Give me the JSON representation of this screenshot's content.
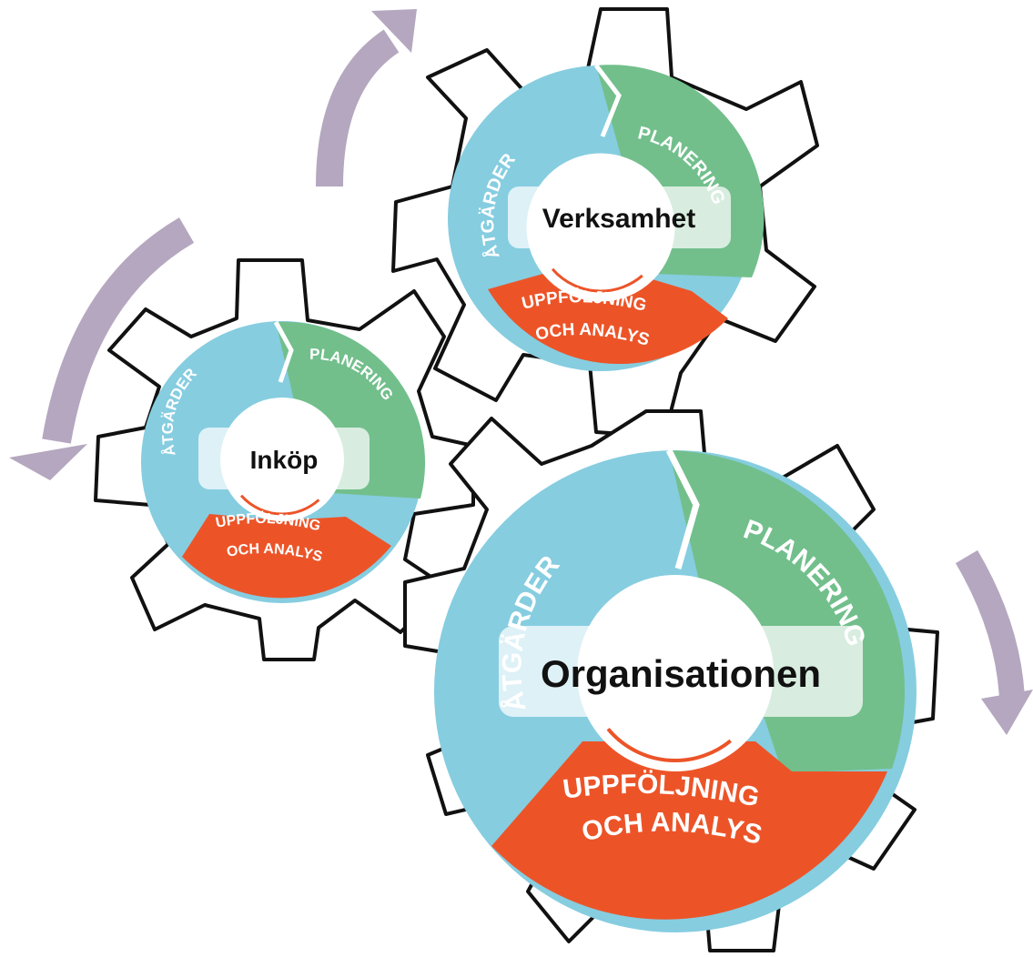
{
  "colors": {
    "atgarder": "#86cde0",
    "planering": "#72bf8c",
    "uppfoljning": "#ec5428",
    "arrow": "#b4a7bf",
    "outline": "#111111"
  },
  "gears": {
    "verksamhet": {
      "title": "Verksamhet",
      "segment_atgarder": "ÅTGÄRDER",
      "segment_planering": "PLANERING",
      "segment_uppfoljning_1": "UPPFÖLJNING",
      "segment_uppfoljning_2": "OCH ANALYS"
    },
    "inkop": {
      "title": "Inköp",
      "segment_atgarder": "ÅTGÄRDER",
      "segment_planering": "PLANERING",
      "segment_uppfoljning_1": "UPPFÖLJNING",
      "segment_uppfoljning_2": "OCH ANALYS"
    },
    "organisationen": {
      "title": "Organisationen",
      "segment_atgarder": "ÅTGÄRDER",
      "segment_planering": "PLANERING",
      "segment_uppfoljning_1": "UPPFÖLJNING",
      "segment_uppfoljning_2": "OCH ANALYS"
    }
  },
  "arrows": [
    {
      "name": "arrow-top-up",
      "icon": "curved-arrow-up-icon"
    },
    {
      "name": "arrow-left-down",
      "icon": "curved-arrow-down-icon"
    },
    {
      "name": "arrow-right-down",
      "icon": "curved-arrow-down-icon"
    }
  ]
}
